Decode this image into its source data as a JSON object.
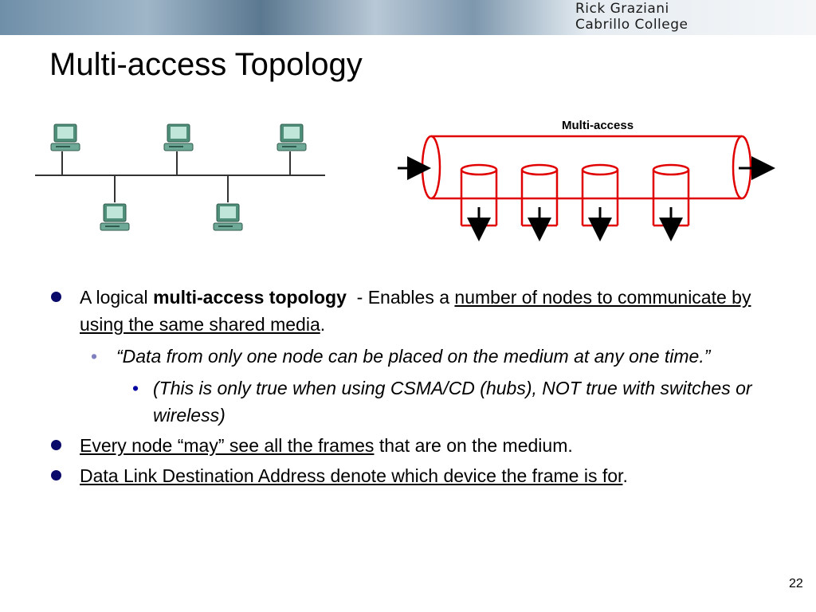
{
  "header": {
    "credit_line1": "Rick Graziani",
    "credit_line2": "Cabrillo College"
  },
  "title": "Multi-access Topology",
  "diagram": {
    "label": "Multi-access",
    "ring_color": "#e00000"
  },
  "bullets": {
    "b1": {
      "pre": "A logical ",
      "bold": "multi-access topology",
      "mid": "  - Enables a ",
      "underlined": "number of nodes to communicate by using the same shared media",
      "post": "."
    },
    "b1_sub": "“Data from only one node can be placed on the medium at any one time.”",
    "b1_subsub": "(This is only true when using CSMA/CD (hubs), NOT true with switches or wireless)",
    "b2": {
      "underlined": "Every node “may” see all the frames",
      "post": " that are on the medium."
    },
    "b3": {
      "underlined": "Data Link Destination Address denote which device the frame is for",
      "post": "."
    }
  },
  "slide_number": "22"
}
